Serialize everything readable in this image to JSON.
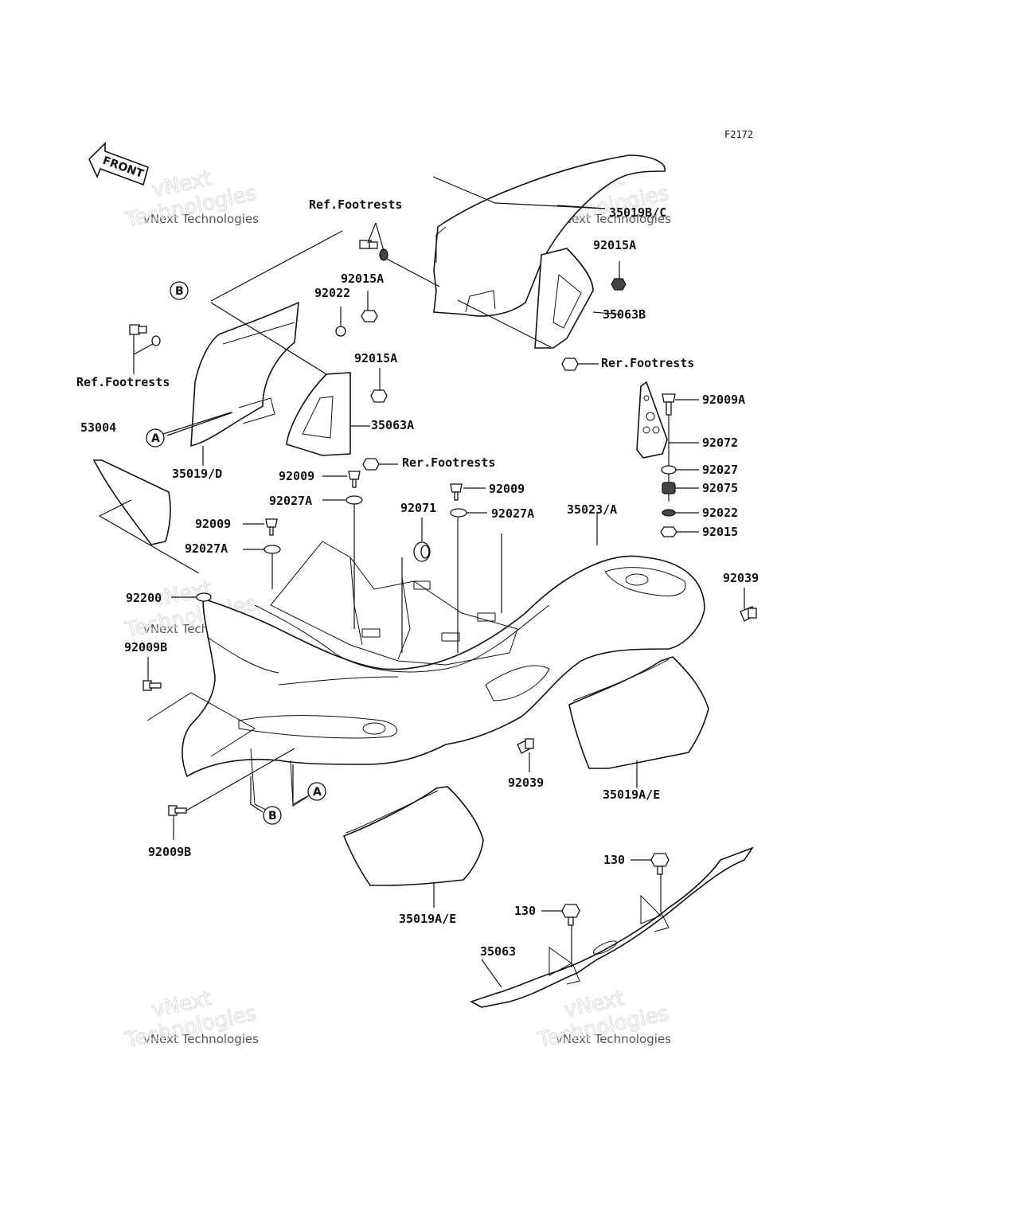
{
  "figure_id": "F2172",
  "front_arrow_label": "FRONT",
  "watermark": {
    "line1": "vNext",
    "line2": "vNext Technologies",
    "line3": "Technologies"
  },
  "labels": {
    "ref_footrests_top": "Ref.Footrests",
    "p35019bc": "35019B/C",
    "p92015a_r": "92015A",
    "p35063b": "35063B",
    "rer_footrests_r": "Rer.Footrests",
    "p92015a_c1": "92015A",
    "p92022_c": "92022",
    "p92015a_c2": "92015A",
    "ref_footrests_left": "Ref.Footrests",
    "p35063a": "35063A",
    "p53004": "53004",
    "p35019d": "35019/D",
    "rer_footrests_l": "Rer.Footrests",
    "p92009_l": "92009",
    "p92027a_l": "92027A",
    "p92009_c": "92009",
    "p92027a_c": "92027A",
    "p92071": "92071",
    "p35023a": "35023/A",
    "p92009_l2": "92009",
    "p92027a_l2": "92027A",
    "p92200": "92200",
    "p92009b_top": "92009B",
    "p92039_r": "92039",
    "p92039_b": "92039",
    "p35019ae_r": "35019A/E",
    "p92009b_bot": "92009B",
    "p35019ae_b": "35019A/E",
    "p130_top": "130",
    "p130_mid": "130",
    "p35063": "35063",
    "p92009a": "92009A",
    "p92072": "92072",
    "p92027": "92027",
    "p92075": "92075",
    "p92022_r": "92022",
    "p92015": "92015",
    "callout_a": "A",
    "callout_b": "B"
  }
}
